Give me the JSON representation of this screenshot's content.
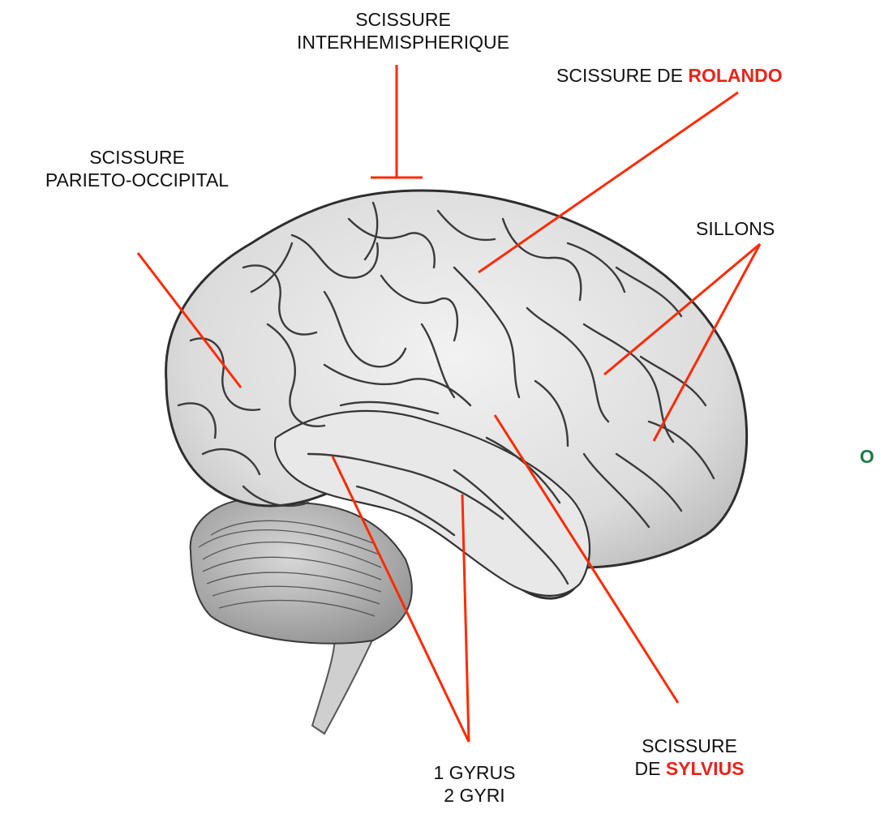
{
  "colors": {
    "annotation_line": "#ff2a00",
    "highlight_text": "#e8241a",
    "label_text": "#111111",
    "cut_text": "#1e7a4a",
    "brain_fill": "#e3e3e3",
    "sulcus_stroke": "#3a3a3a"
  },
  "labels": {
    "interhemispherique": {
      "line1": "SCISSURE",
      "line2": "INTERHEMISPHERIQUE"
    },
    "parieto_occipital": {
      "line1": "SCISSURE",
      "line2": "PARIETO-OCCIPITAL"
    },
    "rolando": {
      "prefix": "SCISSURE DE ",
      "highlight": "ROLANDO"
    },
    "sillons": {
      "text": "SILLONS"
    },
    "gyrus": {
      "line1": "1 GYRUS",
      "line2": "2 GYRI"
    },
    "sylvius": {
      "line1": "SCISSURE",
      "line2_prefix": "DE ",
      "line2_highlight": "SYLVIUS"
    },
    "cut_off": {
      "text": "O"
    }
  }
}
